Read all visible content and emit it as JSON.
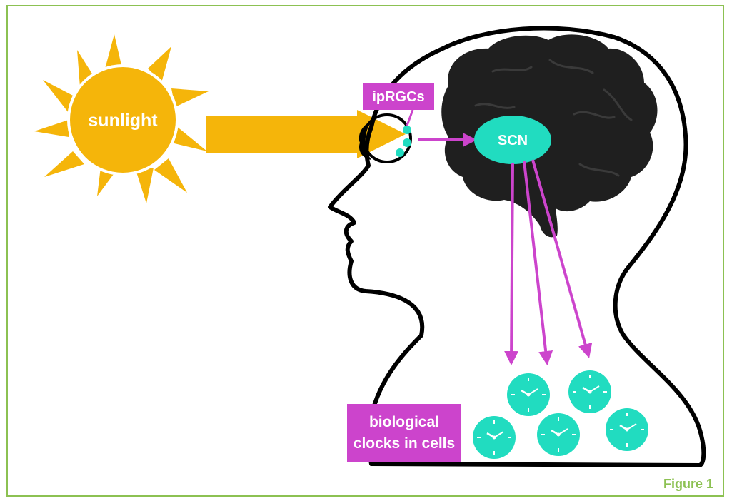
{
  "labels": {
    "sun": "sunlight",
    "photoreceptor": "ipRGCs",
    "nucleus": "SCN",
    "clocks_line1": "biological",
    "clocks_line2": "clocks in cells"
  },
  "figure_label": "Figure 1",
  "colors": {
    "frame": "#8cc152",
    "sun": "#f5b50a",
    "magenta": "#cc44cc",
    "teal": "#21dcc0",
    "outline": "#000000",
    "brain": "#1f1f1f"
  },
  "icons": [
    "sun-icon",
    "eye-icon",
    "brain-shape",
    "clock-icon"
  ]
}
